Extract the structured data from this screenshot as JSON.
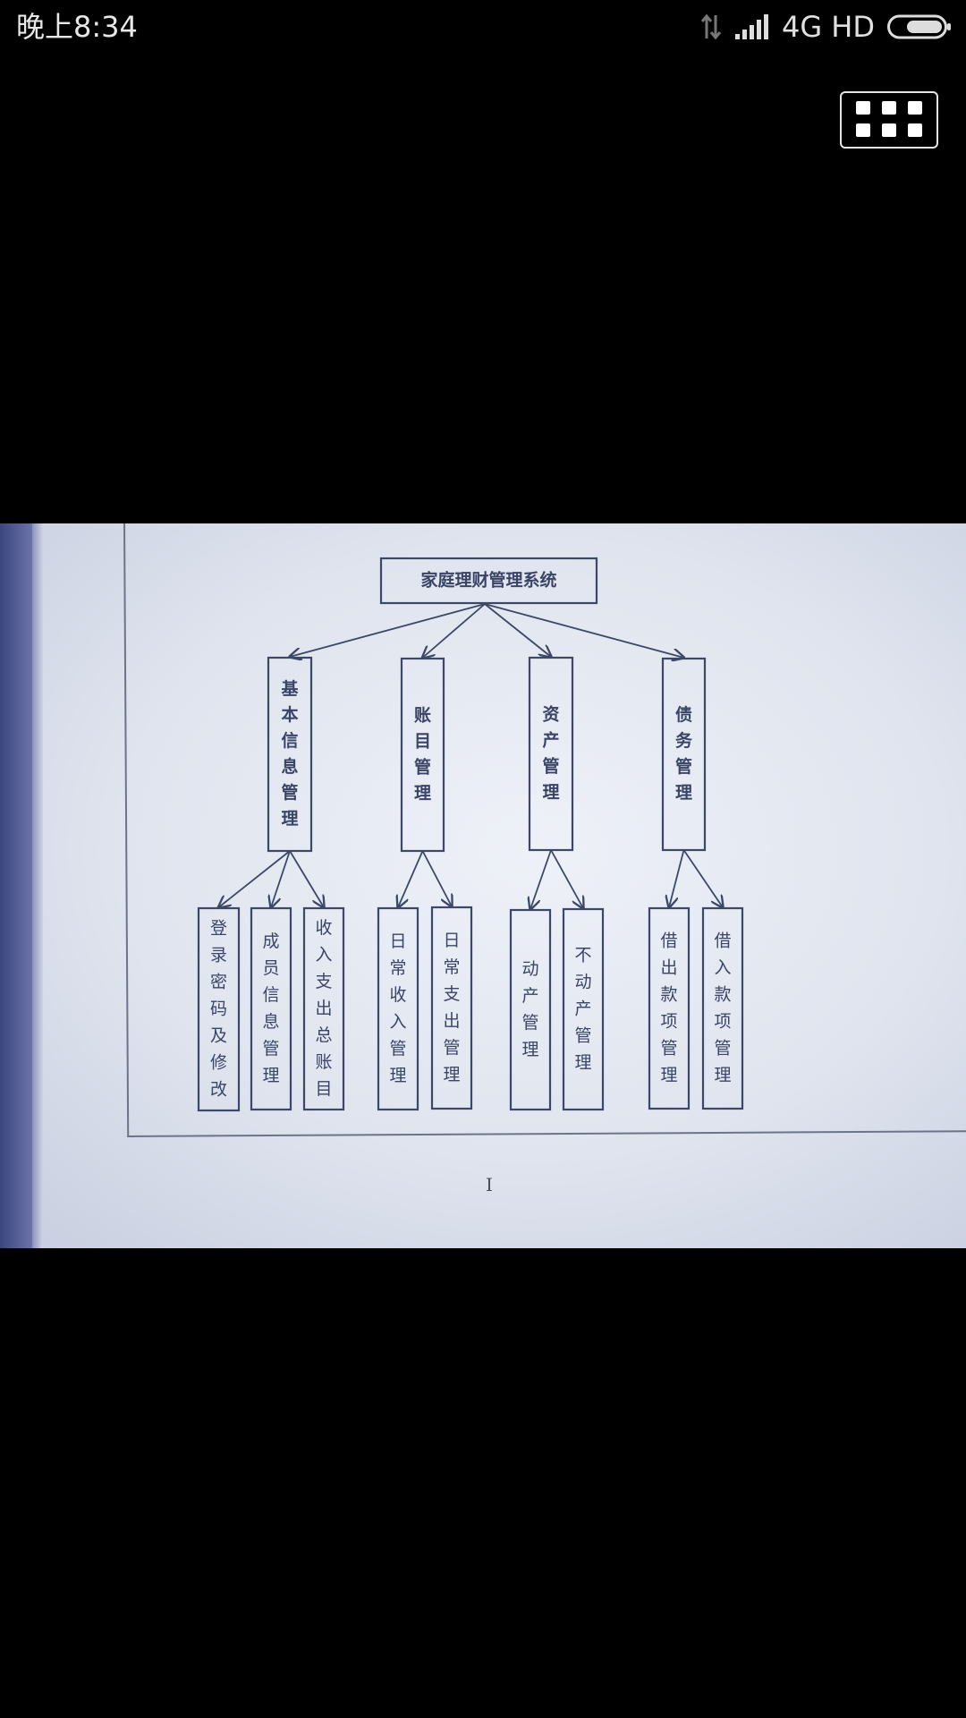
{
  "status_bar": {
    "time": "晚上8:34",
    "network": "4G HD",
    "icons": [
      "data-arrows-icon",
      "signal-icon",
      "battery-icon"
    ]
  },
  "toolbar": {
    "grid_icon": "grid-icon"
  },
  "photo": {
    "diagram": {
      "root": "家庭理财管理系统",
      "branches": [
        {
          "label": "基本信息管理",
          "children": [
            "登录密码及修改",
            "成员信息管理",
            "收入支出总账目"
          ]
        },
        {
          "label": "账目管理",
          "children": [
            "日常收入管理",
            "日常支出管理"
          ]
        },
        {
          "label": "资产管理",
          "children": [
            "动产管理",
            "不动产管理"
          ]
        },
        {
          "label": "债务管理",
          "children": [
            "借出款项管理",
            "借入款项管理"
          ]
        }
      ]
    },
    "text_cursor": "I"
  },
  "colors": {
    "background": "#000000",
    "ink": "#3d4766",
    "paper": "#e4e8f1"
  }
}
